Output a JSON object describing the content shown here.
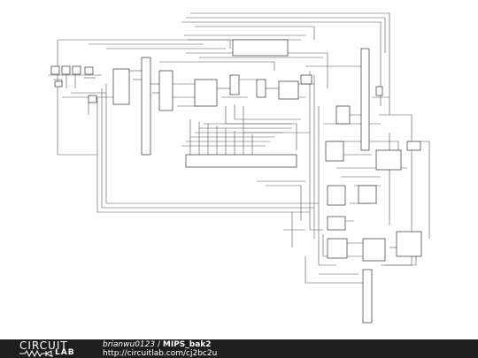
{
  "footer": {
    "logo_circuit": "CIRCUIT",
    "logo_lab": "LAB",
    "author": "brianwu0123",
    "separator": "/",
    "title": "MIPS_bak2",
    "url": "http://circuitlab.com/cj2bc2u"
  },
  "colors": {
    "wire": "#555555",
    "component": "#333333",
    "footer_bg": "#1e1e1e",
    "footer_text": "#ffffff"
  }
}
